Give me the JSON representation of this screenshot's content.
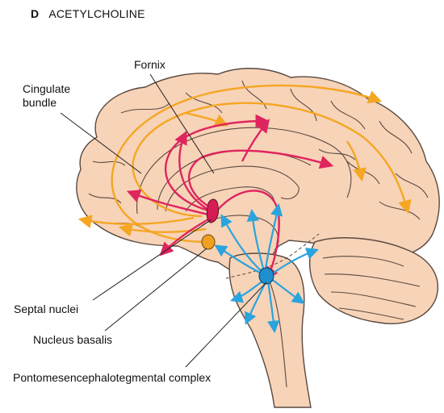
{
  "figure": {
    "panel_letter": "D",
    "title": "ACETYLCHOLINE"
  },
  "labels": {
    "fornix": "Fornix",
    "cingulate_line1": "Cingulate",
    "cingulate_line2": "bundle",
    "septal": "Septal nuclei",
    "basalis": "Nucleus basalis",
    "ponto": "Pontomesencephalotegmental complex"
  },
  "colors": {
    "brain_fill": "#f7d3b8",
    "outline": "#5a4a40",
    "cingulate_path": "#f5a623",
    "fornix_path": "#e0245e",
    "ponto_path": "#2aa4de",
    "septal_nucleus": "#d81b55",
    "basalis_nucleus": "#f0a020",
    "ponto_nucleus": "#1f8fcf"
  }
}
